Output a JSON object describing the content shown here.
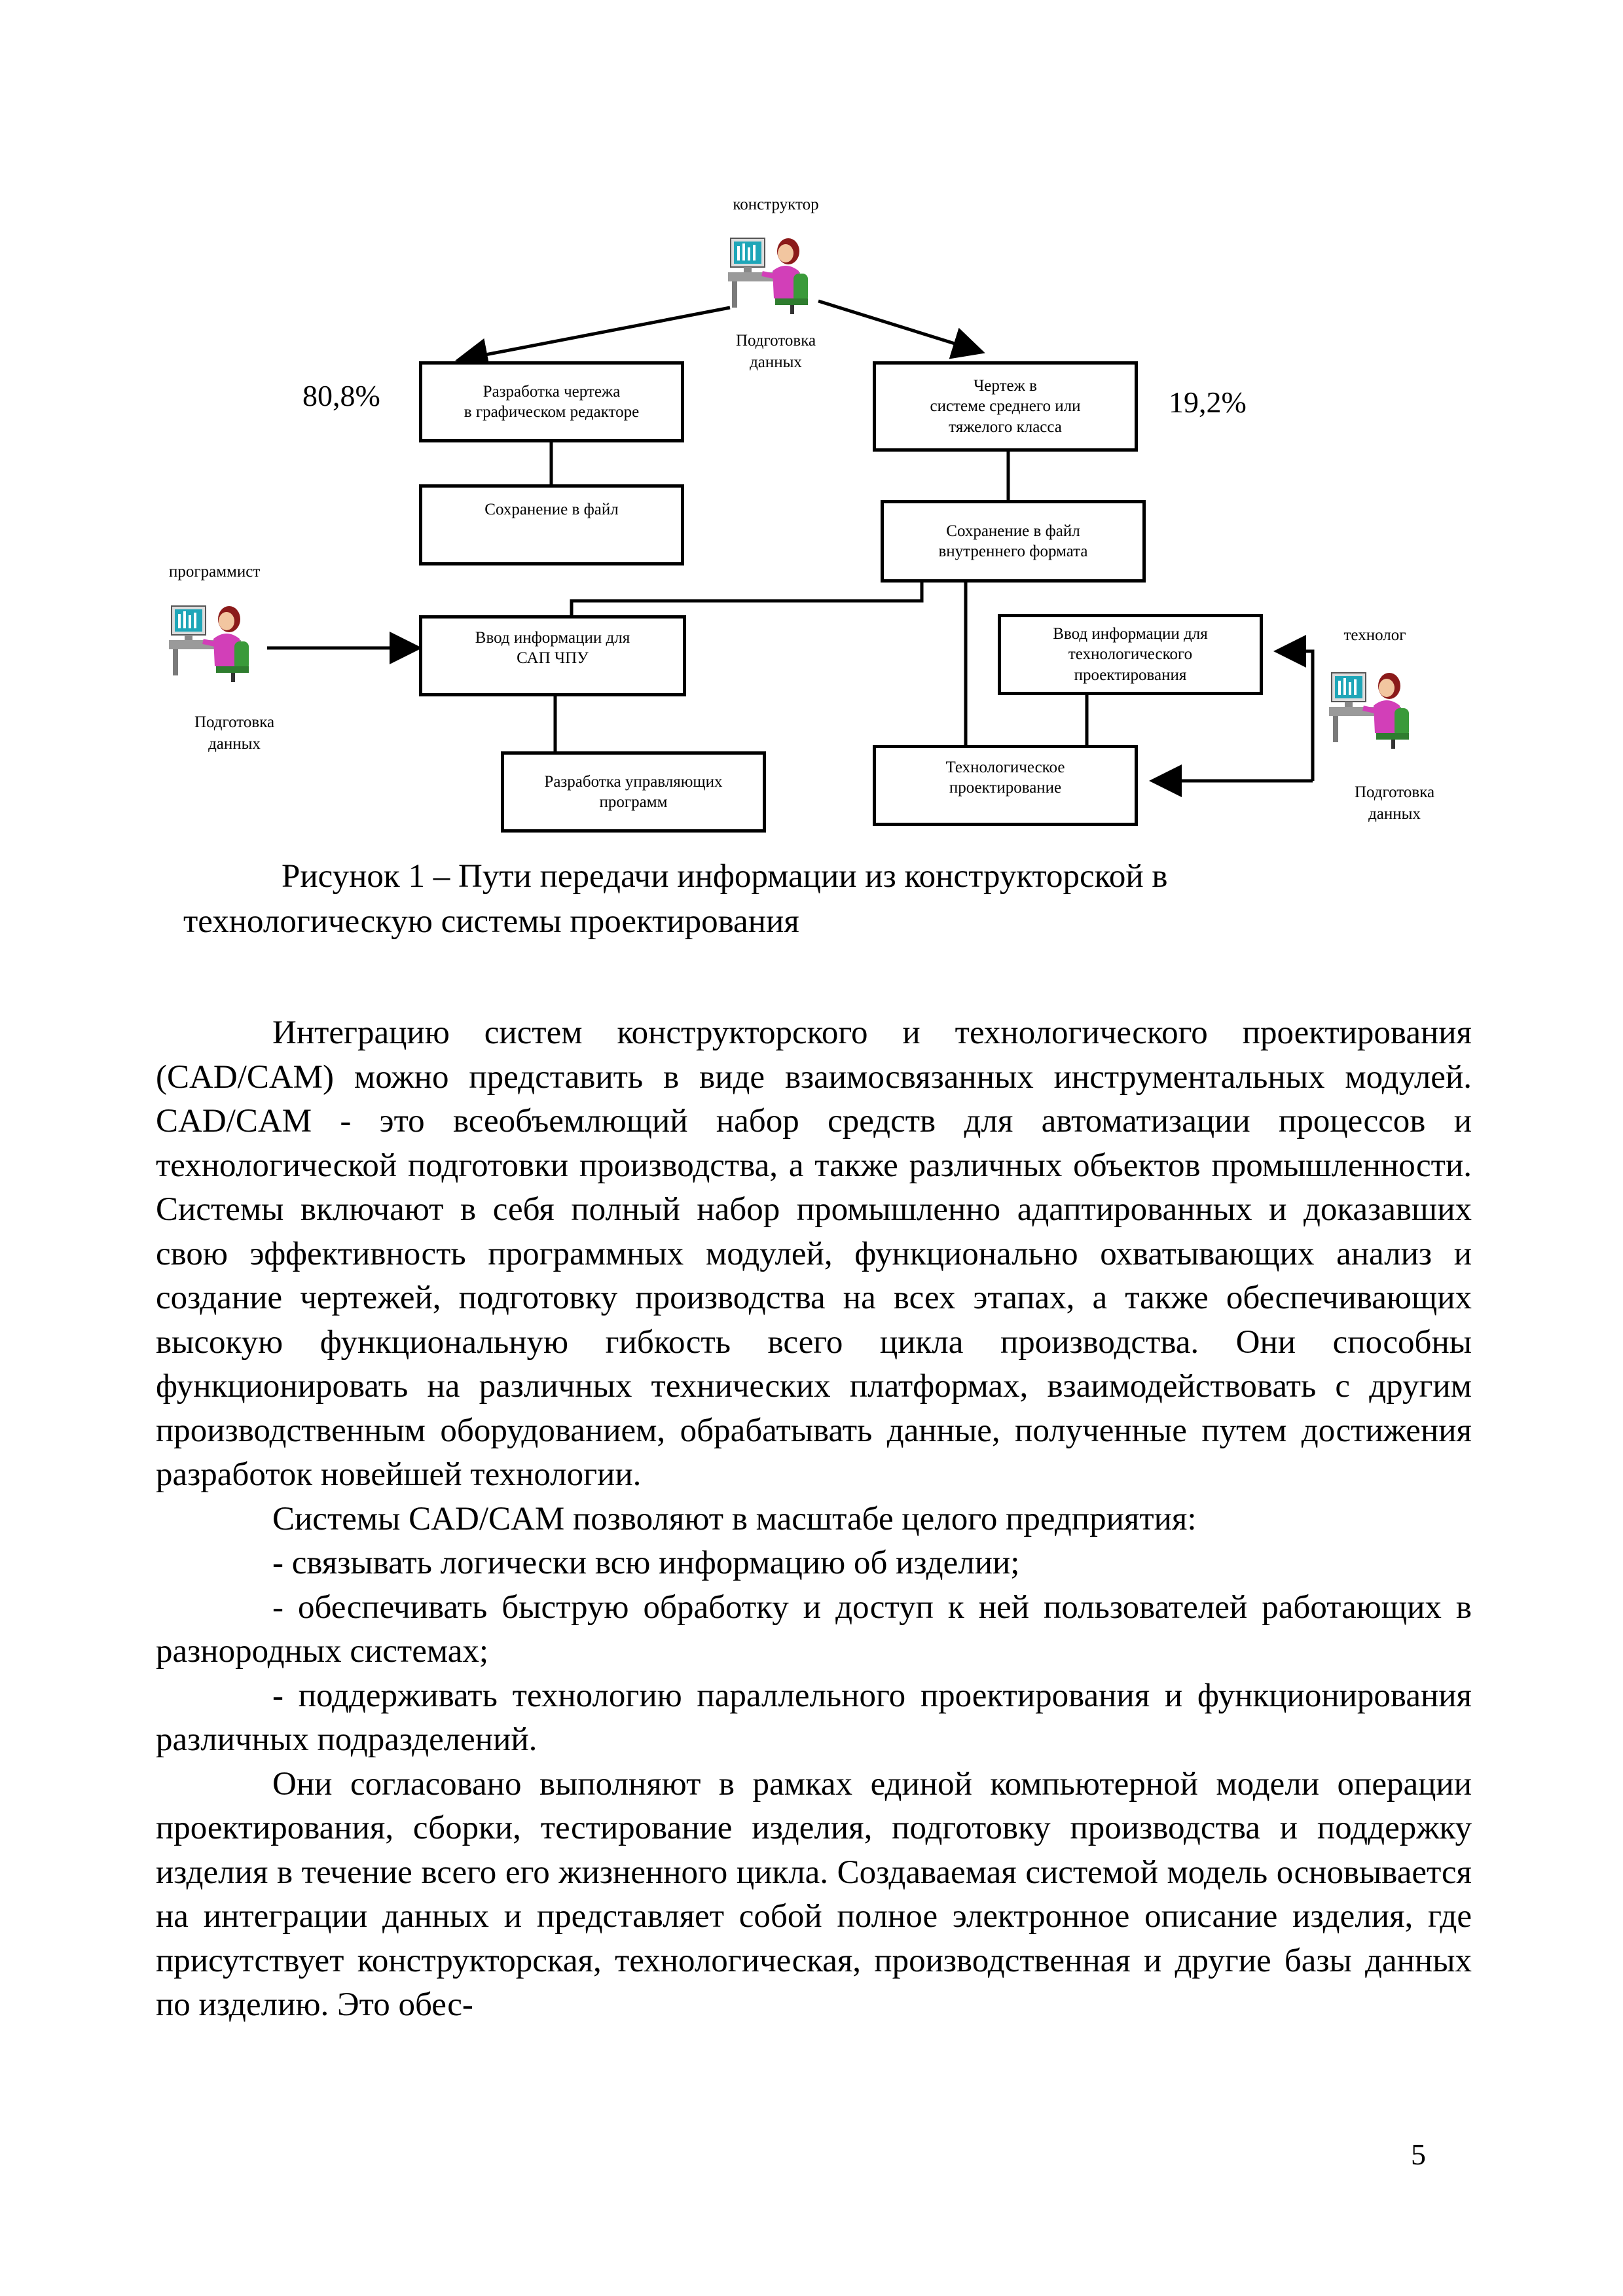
{
  "diagram": {
    "roles": {
      "designer": "конструктор",
      "programmer": "программист",
      "technologist": "технолог",
      "data_prep": "Подготовка\nданных"
    },
    "percent_left": "80,8%",
    "percent_right": "19,2%",
    "boxes": {
      "graphic_editor": "Разработка чертежа\nв графическом редакторе",
      "heavy_system": "Чертеж в\nсистеме среднего или\nтяжелого класса",
      "save_file": "Сохранение в файл",
      "save_internal": "Сохранение в файл\nвнутреннего формата",
      "input_cnc": "Ввод информации для\nСАП ЧПУ",
      "input_tech": "Ввод информации для\nтехнологического\nпроектирования",
      "control_programs": "Разработка управляющих\nпрограмм",
      "tech_design": "Технологическое\nпроектирование"
    }
  },
  "caption": {
    "line1": "Рисунок 1 – Пути передачи информации из конструкторской в",
    "line2": "технологическую системы проектирования"
  },
  "paragraphs": [
    "Интеграцию систем конструкторского и технологического проектирования (CAD/CAM) можно представить в виде взаимосвязанных инструментальных модулей. CAD/CAM - это всеобъемлющий набор средств для автоматизации процессов и технологической подготовки производства, а также различных объектов промышленности. Системы включают в себя полный набор промышленно адаптированных и доказавших свою эффективность программных модулей, функционально охватывающих анализ и создание чертежей, подготовку производства на всех этапах, а также обеспечивающих высокую функциональную гибкость всего цикла производства. Они способны функционировать на различных технических платформах, взаимодействовать с другим производственным оборудованием, обрабатывать данные, полученные путем достижения разработок новейшей технологии.",
    "Системы CAD/CAM позволяют в масштабе целого предприятия:",
    "- связывать логически всю информацию об изделии;",
    "- обеспечивать быструю обработку и доступ к ней пользователей работающих в разнородных системах;",
    "- поддерживать технологию параллельного проектирования и функционирования различных подразделений.",
    "Они согласовано выполняют в рамках единой компьютерной модели операции проектирования, сборки, тестирование изделия, подготовку производства и поддержку изделия в течение всего его жизненного цикла. Создаваемая системой модель основывается на интеграции данных и представляет собой полное электронное описание изделия, где присутствует конструкторская, технологическая, производственная и другие базы данных по изделию. Это обес-"
  ],
  "page_number": "5",
  "colors": {
    "monitor": "#1fa6b8",
    "chair": "#3a9a3a",
    "shirt": "#d23fb8",
    "hair": "#8b1a1a",
    "skin": "#f2c6a0"
  }
}
